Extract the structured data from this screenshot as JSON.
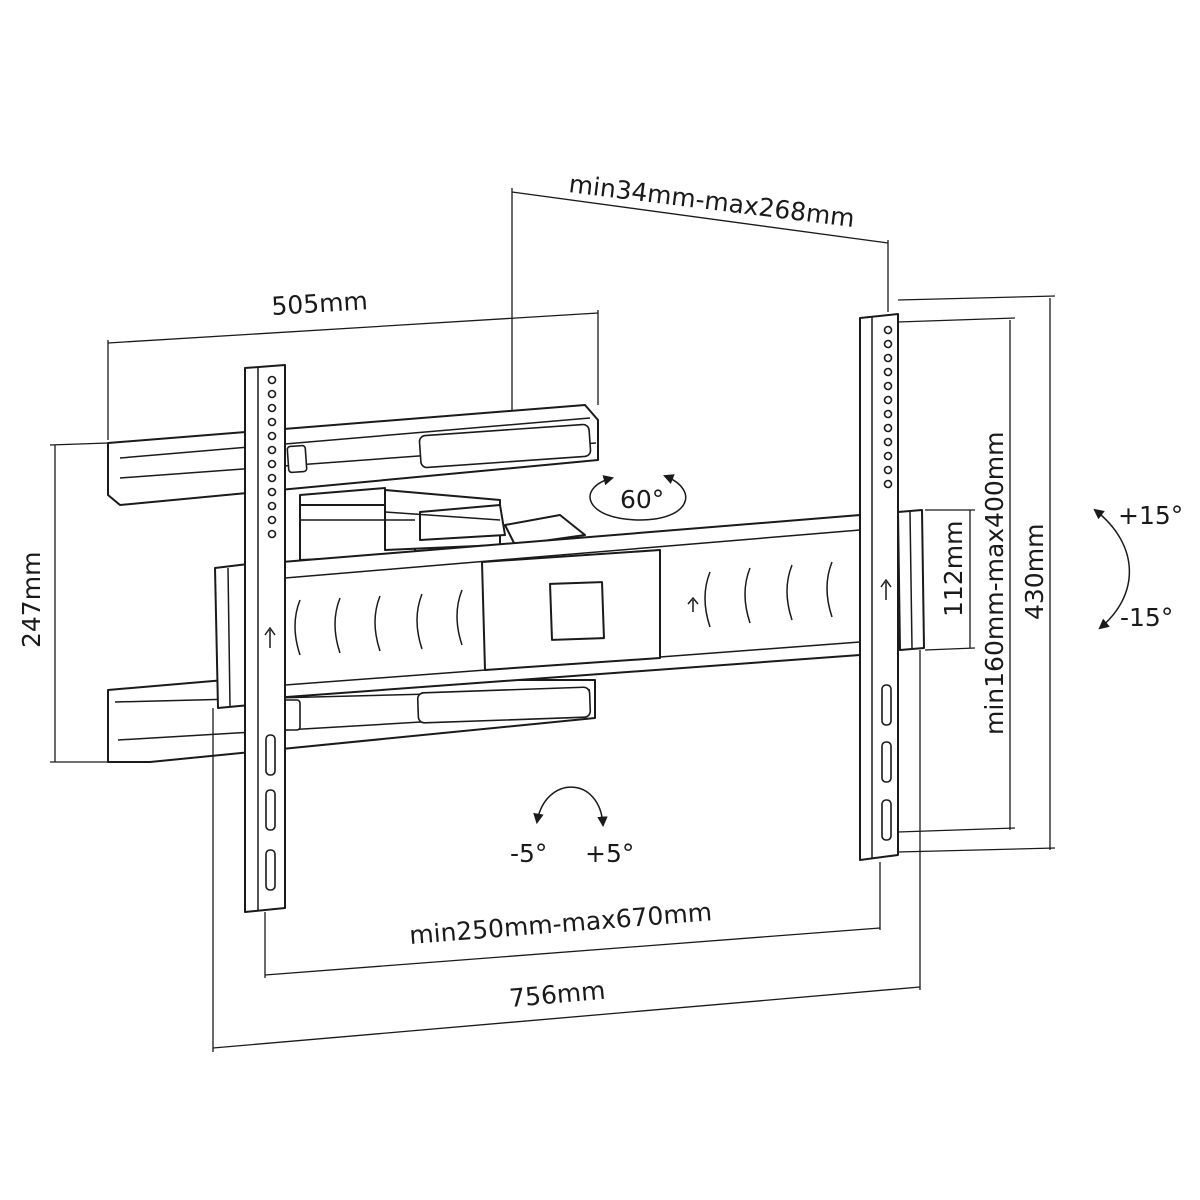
{
  "dimensions": {
    "arm_depth_range": "min34mm-max268mm",
    "wall_plate_width": "505mm",
    "wall_plate_height": "247mm",
    "vertical_hole_spacing_range": "min160mm-max400mm",
    "tv_bracket_height": "430mm",
    "cross_bar_height": "112mm",
    "horizontal_hole_spacing_range": "min250mm-max670mm",
    "total_width": "756mm"
  },
  "angles": {
    "swivel": "60°",
    "tilt_up": "+15°",
    "tilt_down": "-15°",
    "level_left": "-5°",
    "level_right": "+5°"
  },
  "colors": {
    "line": "#1a1a1a",
    "background": "#ffffff"
  }
}
